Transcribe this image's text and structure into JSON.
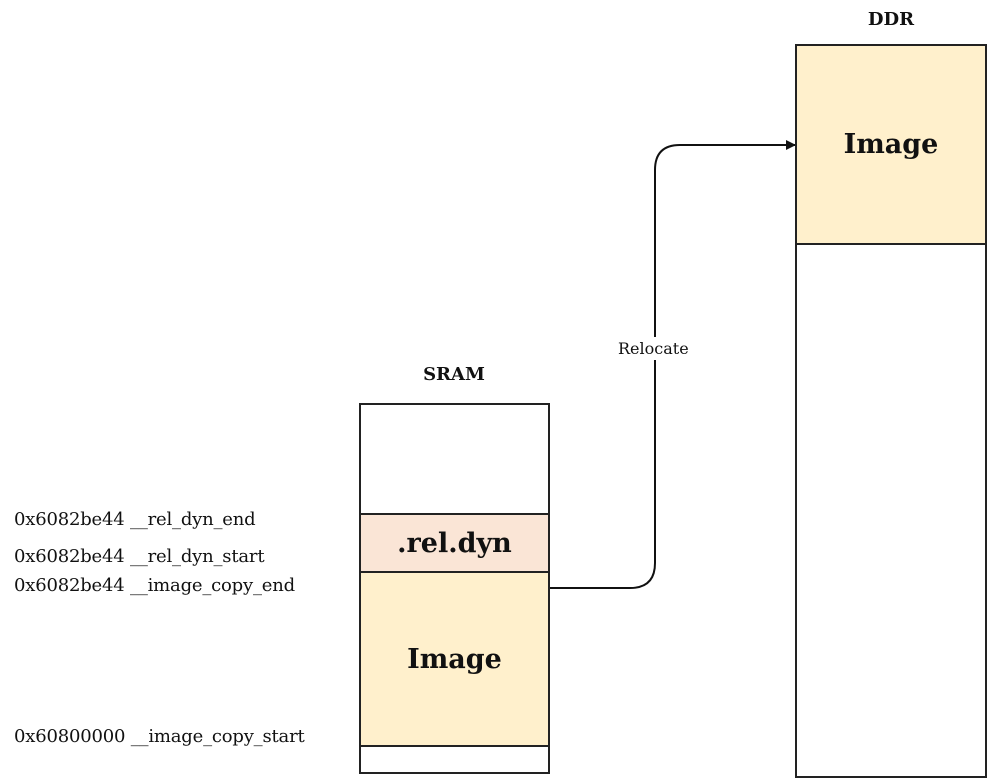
{
  "sram": {
    "title": "SRAM",
    "segments": [
      {
        "label": ""
      },
      {
        "label": ".rel.dyn"
      },
      {
        "label": "Image"
      },
      {
        "label": ""
      }
    ]
  },
  "ddr": {
    "title": "DDR",
    "segments": [
      {
        "label": "Image"
      },
      {
        "label": ""
      }
    ]
  },
  "address_labels": [
    {
      "address": "0x6082be44",
      "symbol": "__rel_dyn_end",
      "text": "0x6082be44 __rel_dyn_end"
    },
    {
      "address": "0x6082be44",
      "symbol": "__rel_dyn_start",
      "text": "0x6082be44 __rel_dyn_start"
    },
    {
      "address": "0x6082be44",
      "symbol": "__image_copy_end",
      "text": "0x6082be44 __image_copy_end"
    },
    {
      "address": "0x60800000",
      "symbol": "__image_copy_start",
      "text": "0x60800000 __image_copy_start"
    }
  ],
  "connector": {
    "label": "Relocate",
    "from": "SRAM Image",
    "to": "DDR Image"
  },
  "colors": {
    "image_fill": "#fff0cc",
    "rel_dyn_fill": "#fae5d6",
    "border": "#222222"
  }
}
